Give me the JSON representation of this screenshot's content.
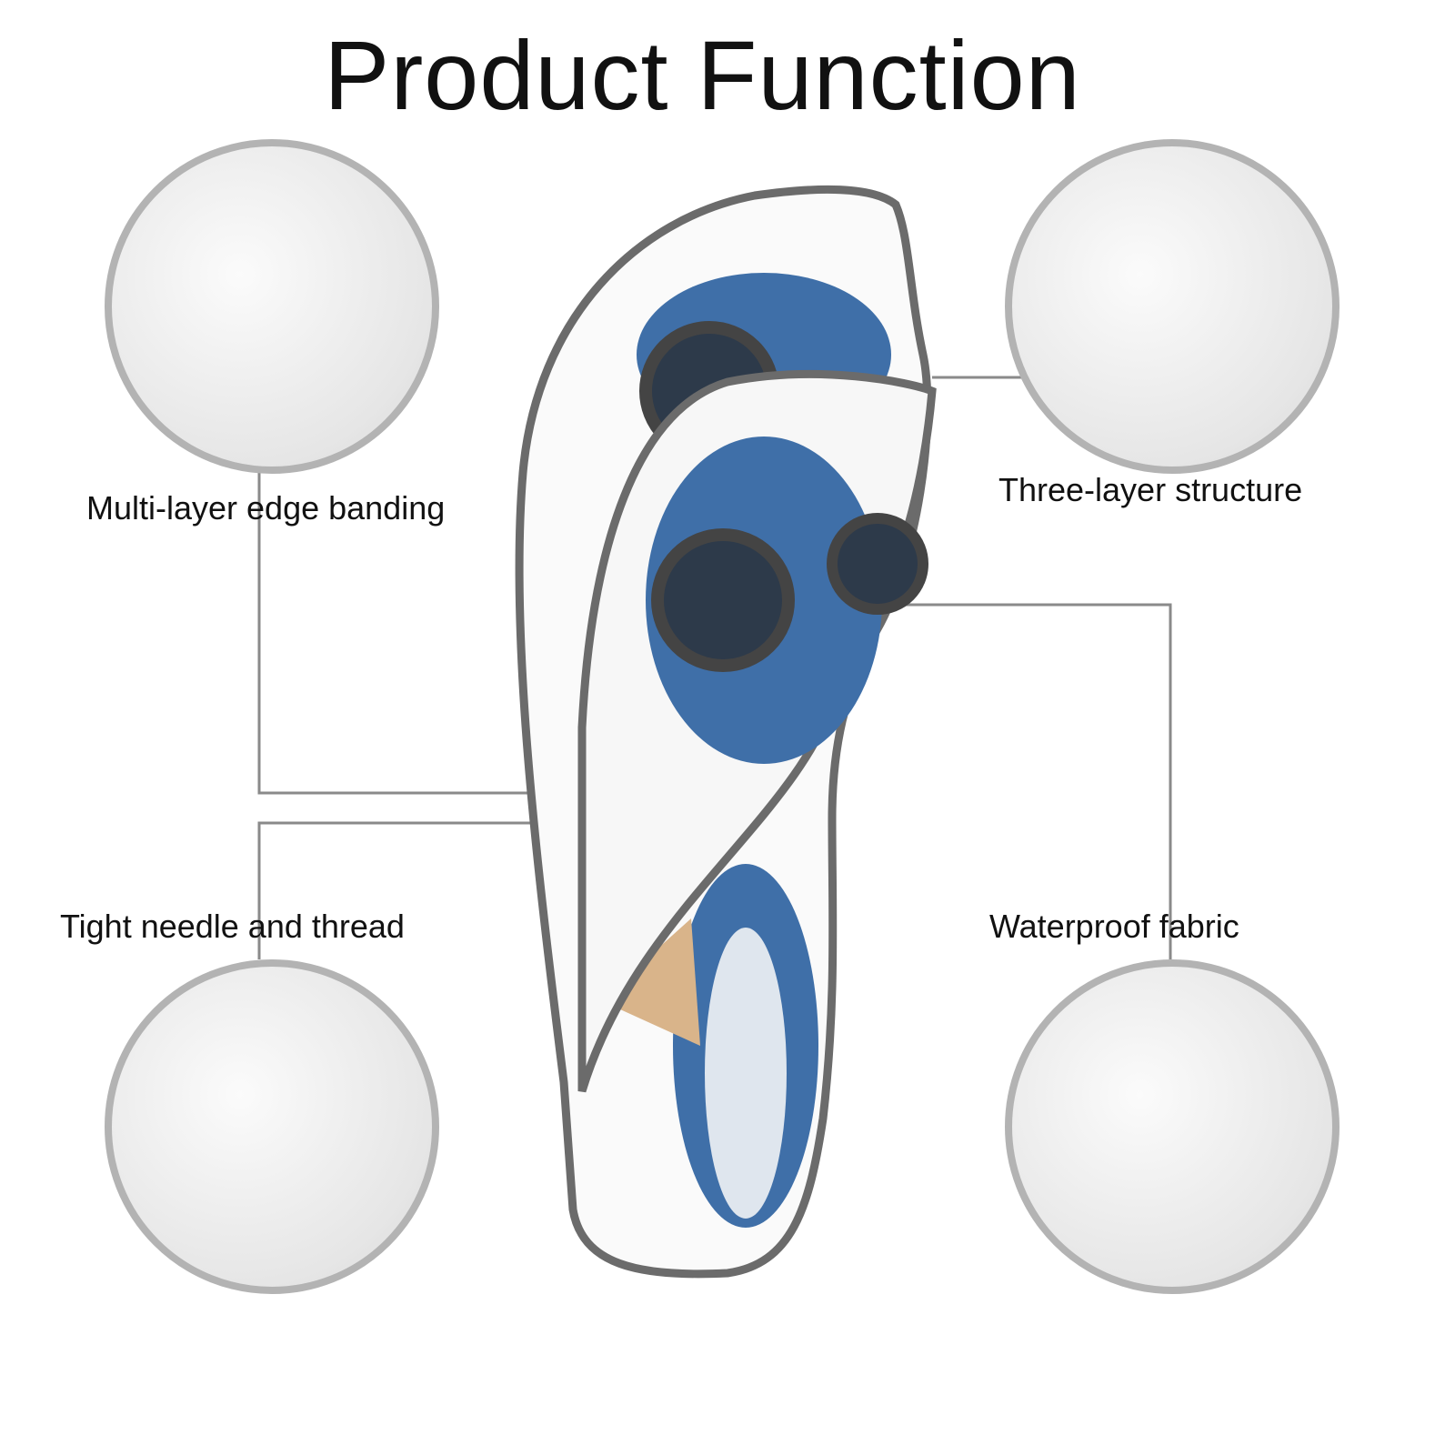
{
  "title": "Product Function",
  "features": [
    {
      "label": "Multi-layer edge banding"
    },
    {
      "label": "Three-layer structure"
    },
    {
      "label": "Tight needle and thread"
    },
    {
      "label": "Waterproof fabric"
    }
  ],
  "colors": {
    "border": "#b3b3b3",
    "piping": "#6b6b6b",
    "dragon": "#3f6fa8",
    "line": "#8a8a8a"
  }
}
